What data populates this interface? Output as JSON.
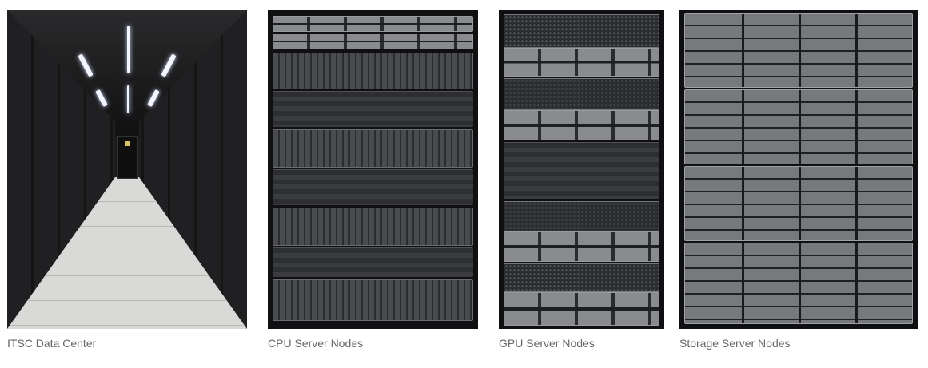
{
  "gallery": {
    "items": [
      {
        "caption": "ITSC Data Center"
      },
      {
        "caption": "CPU Server Nodes"
      },
      {
        "caption": "GPU Server Nodes"
      },
      {
        "caption": "Storage Server Nodes"
      }
    ]
  },
  "colors": {
    "background": "#ffffff",
    "caption_text": "#666666"
  }
}
